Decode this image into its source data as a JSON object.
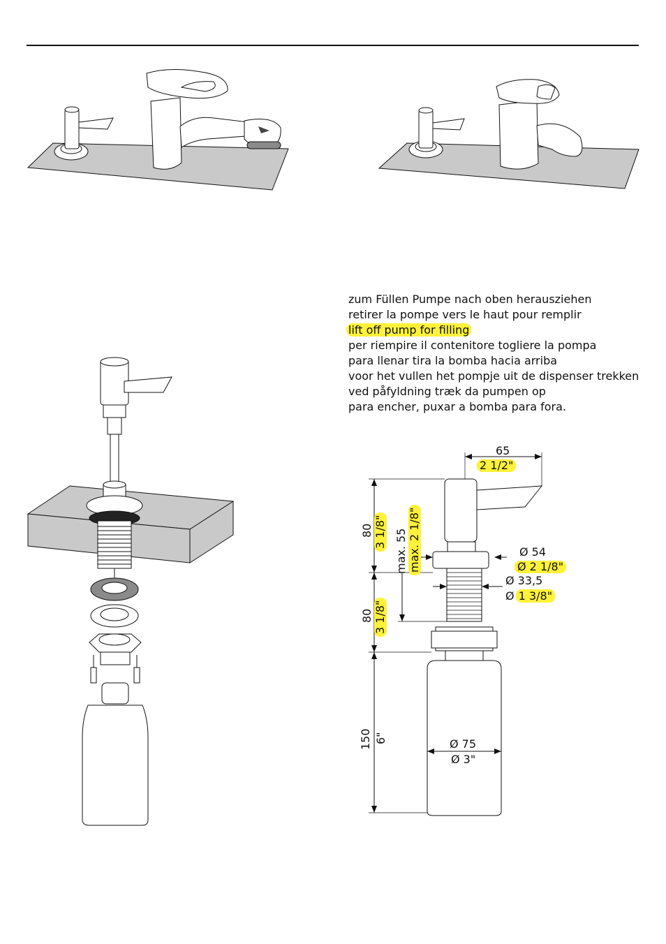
{
  "instructions": [
    "zum Füllen Pumpe nach oben herausziehen",
    "retirer la pompe vers le haut pour remplir",
    "lift off pump for filling",
    "per riempire il contenitore togliere la pompa",
    "para llenar tira la bomba hacia arriba",
    "voor het vullen het pompje uit de dispenser trekken",
    "ved påfyldning træk da pumpen op",
    "para encher, puxar a bomba para fora."
  ],
  "dimensions": {
    "width_mm": "65",
    "width_in": "2 1/2\"",
    "height_top_mm": "80",
    "height_top_in": "3 1/8\"",
    "max_mm": "max. 55",
    "max_in": "max. 2 1/8\"",
    "flange_mm": "Ø 54",
    "flange_in": "Ø 2 1/8\"",
    "shank_mm": "Ø 33,5",
    "shank_in_prefix": "Ø",
    "shank_in": "1 3/8\"",
    "height_mid_mm": "80",
    "height_mid_in": "3 1/8\"",
    "bottle_h_mm": "150",
    "bottle_h_in": "6\"",
    "bottle_d_mm": "Ø 75",
    "bottle_d_in": "Ø 3\""
  },
  "colors": {
    "highlight": "#fff23a",
    "countertop": "#c9c9c9",
    "line": "#111111"
  }
}
